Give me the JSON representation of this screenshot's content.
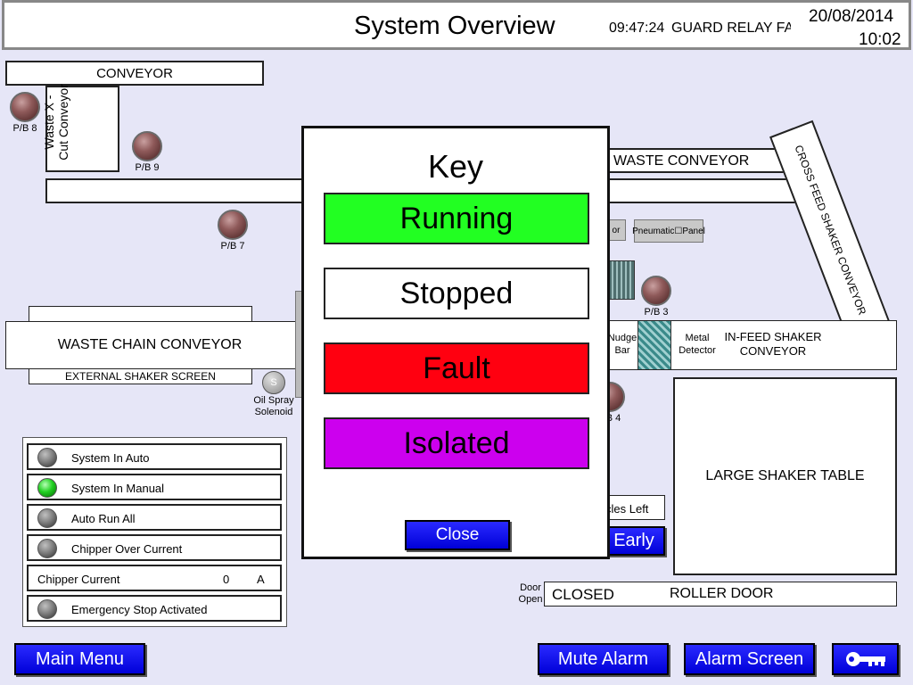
{
  "header": {
    "title": "System Overview",
    "time": "09:47:24",
    "alarm_text": "GUARD RELAY FA",
    "date": "20/08/2014",
    "clock": "10:02"
  },
  "plant": {
    "conveyor": "CONVEYOR",
    "waste_x_line1": "Waste X -",
    "waste_x_line2": "Cut Conveyor",
    "pb8": "P/B 8",
    "pb9": "P/B 9",
    "pb7": "P/B 7",
    "pb3": "P/B 3",
    "pb4": "B 4",
    "waste_conveyor": "WASTE CONVEYOR",
    "cross_feed": "CROSS FEED SHAKER CONVEYOR",
    "motor_panel": "or",
    "pneumatic_panel": "Pneumatic☐Panel",
    "waste_chain": "WASTE CHAIN CONVEYOR",
    "external_shaker": "EXTERNAL SHAKER SCREEN",
    "oil_spray_icon": "S",
    "oil_spray_line1": "Oil Spray",
    "oil_spray_line2": "Solenoid",
    "nudge_line1": "Nudge",
    "nudge_line2": "Bar",
    "metal_line1": "Metal",
    "metal_line2": "Detector",
    "infeed_line1": "IN-FEED SHAKER",
    "infeed_line2": "CONVEYOR",
    "large_shaker": "LARGE SHAKER TABLE",
    "cycles_left": "cles Left",
    "early": "Early",
    "door_line1": "Door",
    "door_line2": "Open",
    "door_state": "CLOSED",
    "roller_door": "ROLLER DOOR"
  },
  "status_panel": {
    "system_auto": "System In Auto",
    "system_manual": "System In Manual",
    "auto_run_all": "Auto Run All",
    "chipper_over_current": "Chipper Over Current",
    "chipper_current_label": "Chipper Current",
    "chipper_current_value": "0",
    "chipper_current_unit": "A",
    "estop": "Emergency Stop Activated"
  },
  "key_dialog": {
    "title": "Key",
    "running": "Running",
    "stopped": "Stopped",
    "fault": "Fault",
    "isolated": "Isolated",
    "close": "Close"
  },
  "footer": {
    "main_menu": "Main Menu",
    "mute_alarm": "Mute Alarm",
    "alarm_screen": "Alarm Screen",
    "key_icon": "key-icon"
  },
  "colors": {
    "background": "#e6e6f7",
    "running": "#22ff22",
    "stopped": "#ffffff",
    "fault": "#ff0010",
    "isolated": "#cc00ee",
    "button_blue": "#0000e0"
  }
}
